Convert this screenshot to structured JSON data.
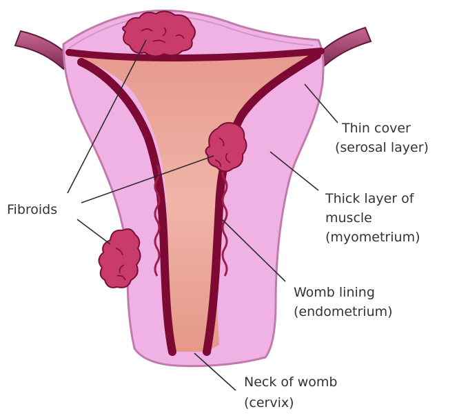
{
  "labels": {
    "fibroids": "Fibroids",
    "serosal_line1": "Thin cover",
    "serosal_line2": "(serosal layer)",
    "myometrium_line1": "Thick layer of",
    "myometrium_line2": "muscle",
    "myometrium_line3": "(myometrium)",
    "endometrium_line1": "Womb lining",
    "endometrium_line2": "(endometrium)",
    "cervix_line1": "Neck of womb",
    "cervix_line2": "(cervix)"
  },
  "colors": {
    "outer_cover": "#d07ab6",
    "muscle": "#f0b2e4",
    "cavity": "#e8a08e",
    "lining": "#7c0a34",
    "fibroid": "#c83b6b",
    "tube": "#a0476f",
    "text": "#333333"
  }
}
